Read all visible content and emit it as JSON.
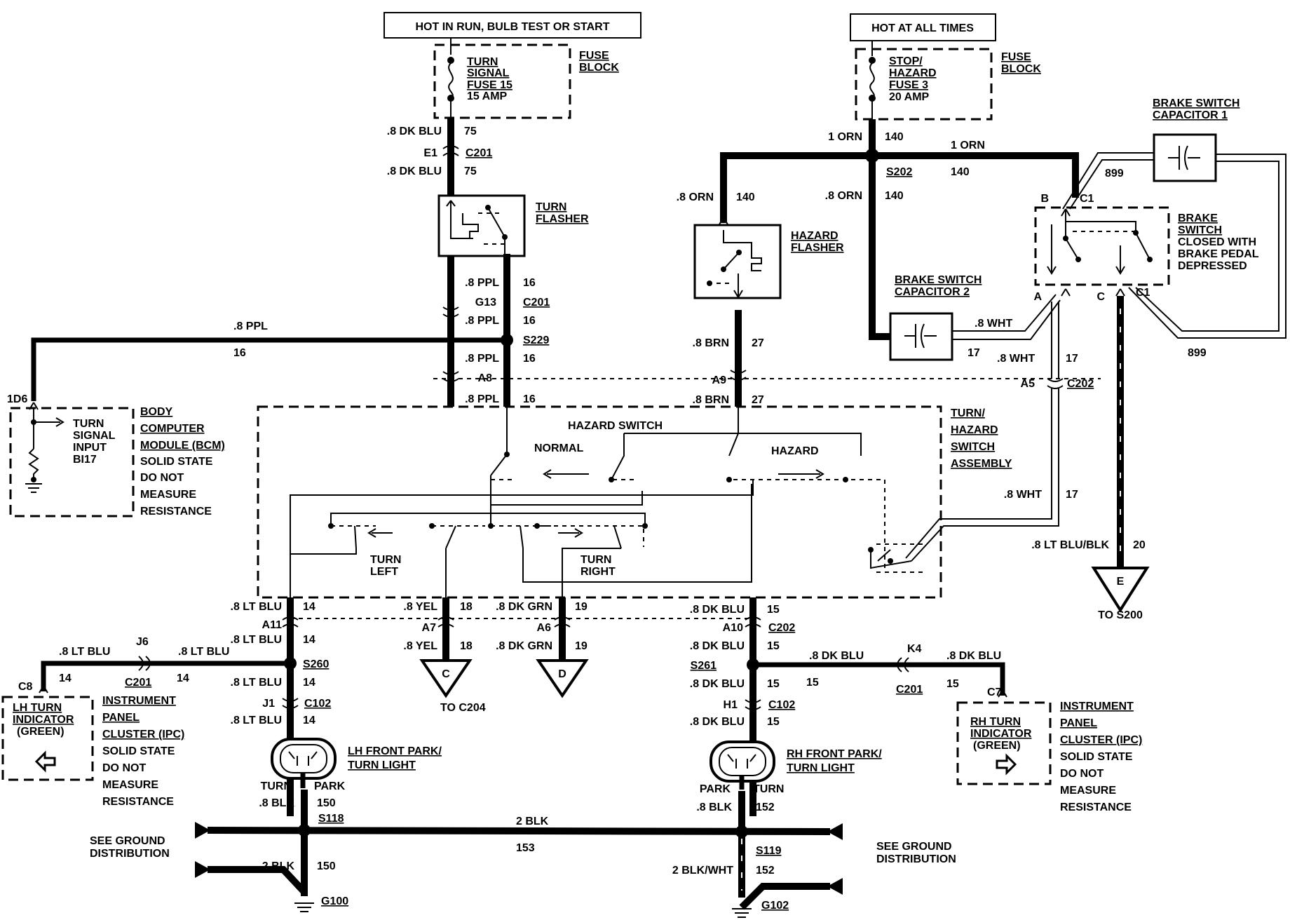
{
  "power": {
    "run_label": "HOT IN RUN, BULB TEST OR START",
    "always_label": "HOT AT ALL TIMES"
  },
  "fuses": {
    "turn": {
      "l1": "TURN",
      "l2": "SIGNAL",
      "l3": "FUSE 15",
      "l4": "15 AMP"
    },
    "stop": {
      "l1": "STOP/",
      "l2": "HAZARD",
      "l3": "FUSE 3",
      "l4": "20 AMP"
    },
    "block_l1": "FUSE",
    "block_l2": "BLOCK"
  },
  "components": {
    "turn_flasher_l1": "TURN",
    "turn_flasher_l2": "FLASHER",
    "hazard_flasher_l1": "HAZARD",
    "hazard_flasher_l2": "FLASHER",
    "cap1_l1": "BRAKE SWITCH",
    "cap1_l2": "CAPACITOR 1",
    "cap2_l1": "BRAKE SWITCH",
    "cap2_l2": "CAPACITOR 2",
    "brake_switch": [
      "BRAKE",
      "SWITCH",
      "CLOSED WITH",
      "BRAKE PEDAL",
      "DEPRESSED"
    ],
    "bcm_input": [
      "TURN",
      "SIGNAL",
      "INPUT",
      "BI17"
    ],
    "bcm": [
      "BODY",
      "COMPUTER",
      "MODULE (BCM)",
      "SOLID STATE",
      "DO NOT",
      "MEASURE",
      "RESISTANCE"
    ],
    "hazard_switch": "HAZARD SWITCH",
    "normal": "NORMAL",
    "hazard": "HAZARD",
    "turn_left_l1": "TURN",
    "turn_left_l2": "LEFT",
    "turn_right_l1": "TURN",
    "turn_right_l2": "RIGHT",
    "assembly": [
      "TURN/",
      "HAZARD",
      "SWITCH",
      "ASSEMBLY"
    ],
    "lh_ind": [
      "LH TURN",
      "INDICATOR",
      "(GREEN)"
    ],
    "rh_ind": [
      "RH TURN",
      "INDICATOR",
      "(GREEN)"
    ],
    "ipc": [
      "INSTRUMENT",
      "PANEL",
      "CLUSTER (IPC)",
      "SOLID STATE",
      "DO NOT",
      "MEASURE",
      "RESISTANCE"
    ],
    "lh_light_l1": "LH FRONT PARK/",
    "lh_light_l2": "TURN LIGHT",
    "rh_light_l1": "RH FRONT PARK/",
    "rh_light_l2": "TURN LIGHT",
    "turn": "TURN",
    "park": "PARK",
    "ground_dist_l1": "SEE GROUND",
    "ground_dist_l2": "DISTRIBUTION",
    "to_c204": "TO C204",
    "to_s200": "TO S200",
    "conn_c": "C",
    "conn_d": "D",
    "conn_e": "E"
  },
  "wires": {
    "dkblu": ".8 DK BLU",
    "ppl": ".8 PPL",
    "orn1": "1 ORN",
    "orn08": ".8 ORN",
    "brn": ".8 BRN",
    "wht": ".8 WHT",
    "ltblublk": ".8 LT BLU/BLK",
    "ltblu": ".8 LT BLU",
    "yel": ".8 YEL",
    "dkgrn": ".8 DK GRN",
    "blk08": ".8 BLK",
    "blk2": "2 BLK",
    "blkwht2": "2 BLK/WHT",
    "n75": "75",
    "n16": "16",
    "n140": "140",
    "n27": "27",
    "n17": "17",
    "n899": "899",
    "n20": "20",
    "n14": "14",
    "n18": "18",
    "n19": "19",
    "n15": "15",
    "n150": "150",
    "n152": "152",
    "n153": "153"
  },
  "connectors": {
    "e1": "E1",
    "c201": "C201",
    "g13": "G13",
    "s229": "S229",
    "a8": "A8",
    "a9": "A9",
    "s202": "S202",
    "b": "B",
    "c1": "C1",
    "a": "A",
    "c": "C",
    "a5": "A5",
    "c202": "C202",
    "d1d6": "1D6",
    "a11": "A11",
    "a7": "A7",
    "a6": "A6",
    "a10": "A10",
    "s260": "S260",
    "s261": "S261",
    "j6": "J6",
    "k4": "K4",
    "c8": "C8",
    "c7": "C7",
    "j1": "J1",
    "h1": "H1",
    "c102": "C102",
    "s118": "S118",
    "s119": "S119",
    "g100": "G100",
    "g102": "G102"
  }
}
